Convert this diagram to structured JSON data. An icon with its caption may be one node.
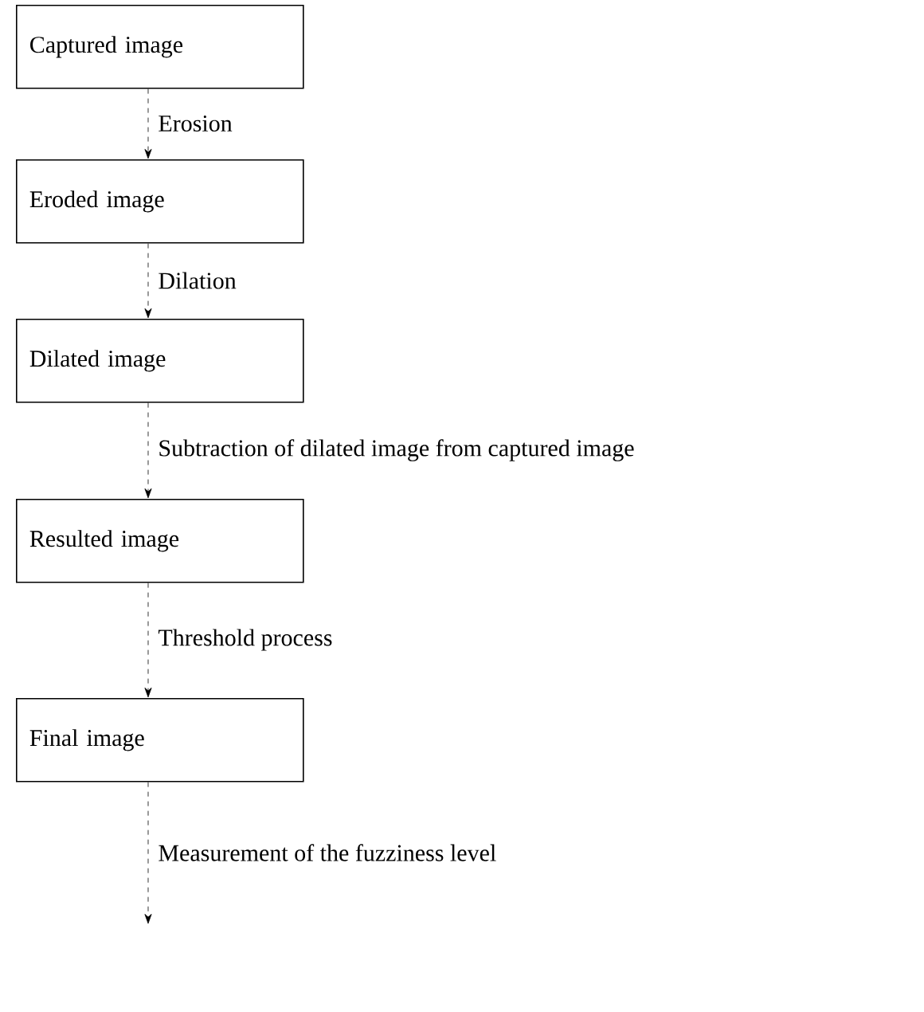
{
  "diagram": {
    "nodes": [
      {
        "text": [
          "Captured image"
        ]
      },
      {
        "text": [
          "Eroded image"
        ]
      },
      {
        "text": [
          "Dilated image"
        ]
      },
      {
        "text": [
          "Resulted image"
        ]
      },
      {
        "text": [
          "Final image"
        ]
      }
    ],
    "edges": [
      {
        "from": 0,
        "to": 1,
        "arrow": "to",
        "style": "dashed",
        "label": "Erosion"
      },
      {
        "from": 1,
        "to": 2,
        "arrow": "to",
        "style": "dashed",
        "label": "Dilation"
      },
      {
        "from": 2,
        "to": 3,
        "arrow": "to",
        "style": "dashed",
        "label": "Subtraction of dilated image from captured image"
      },
      {
        "from": 3,
        "to": 4,
        "arrow": "to",
        "style": "dashed",
        "label": "Threshold process"
      },
      {
        "from": 4,
        "to": null,
        "arrow": "to",
        "style": "dashed",
        "label": "Measurement of the fuzziness level"
      }
    ]
  }
}
